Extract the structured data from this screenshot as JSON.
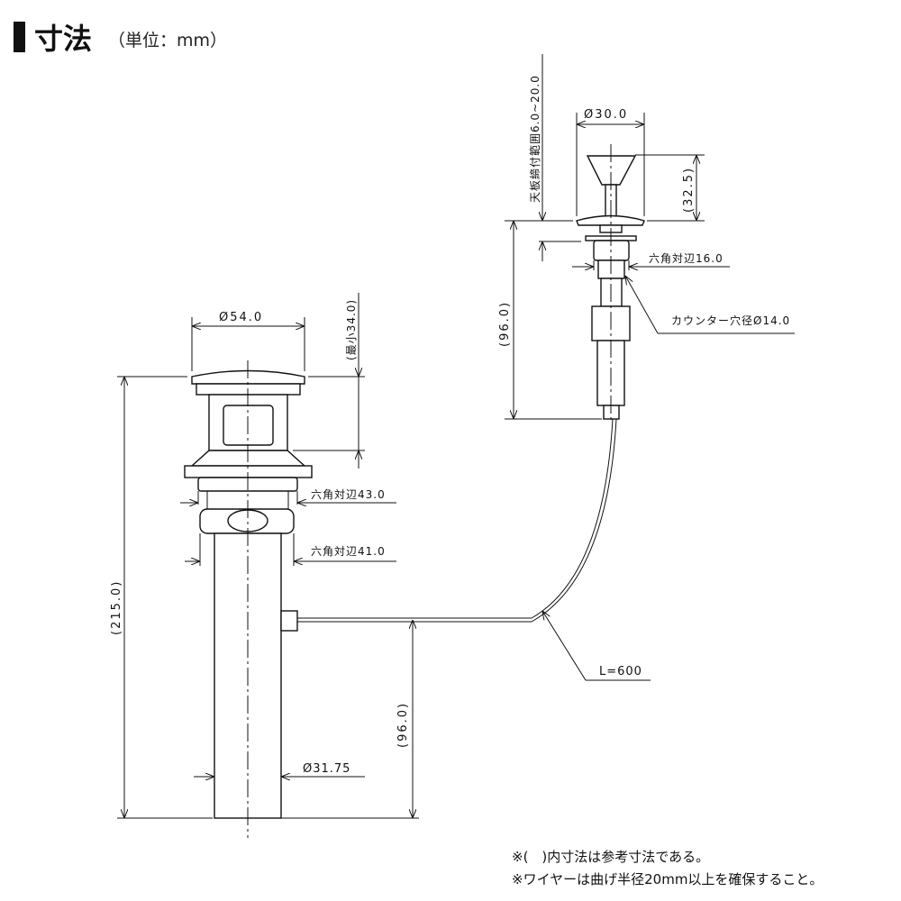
{
  "header": {
    "title": "寸法",
    "unit": "（単位：mm）"
  },
  "dims": {
    "overall_height": "(215.0)",
    "flange_dia": "Ø54.0",
    "min_34": "(最小34.0)",
    "hex43": "六角対辺43.0",
    "hex41": "六角対辺41.0",
    "pipe_dia": "Ø31.75",
    "lower_96": "(96.0)",
    "wire_len": "L=600",
    "knob_dia": "Ø30.0",
    "knob_h": "(32.5)",
    "counter_range": "天板締付範囲6.0~20.0",
    "upper_96": "(96.0)",
    "hex16": "六角対辺16.0",
    "hole_dia": "カウンター穴径Ø14.0"
  },
  "notes": [
    "※(　)内寸法は参考寸法である。",
    "※ワイヤーは曲げ半径20mm以上を確保すること。"
  ]
}
